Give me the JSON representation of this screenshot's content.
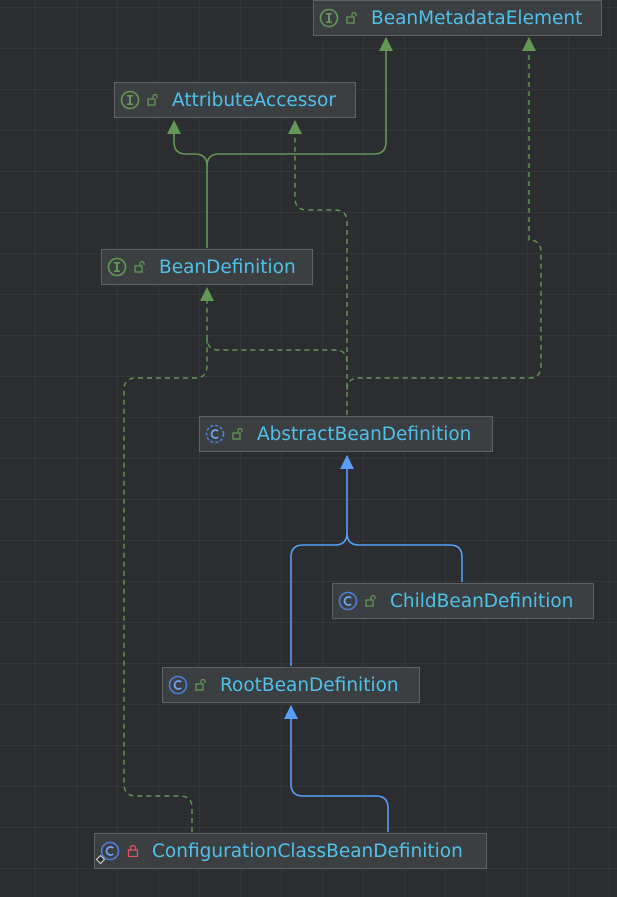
{
  "diagram": {
    "nodes": [
      {
        "id": "BeanMetadataElement",
        "label": "BeanMetadataElement",
        "kind": "interface",
        "kind_icon": "interface-icon",
        "visibility": "public",
        "visibility_icon": "public-lock-icon"
      },
      {
        "id": "AttributeAccessor",
        "label": "AttributeAccessor",
        "kind": "interface",
        "kind_icon": "interface-icon",
        "visibility": "public",
        "visibility_icon": "public-lock-icon"
      },
      {
        "id": "BeanDefinition",
        "label": "BeanDefinition",
        "kind": "interface",
        "kind_icon": "interface-icon",
        "visibility": "public",
        "visibility_icon": "public-lock-icon"
      },
      {
        "id": "AbstractBeanDefinition",
        "label": "AbstractBeanDefinition",
        "kind": "abstract-class",
        "kind_icon": "abstract-class-icon",
        "visibility": "public",
        "visibility_icon": "public-lock-icon"
      },
      {
        "id": "ChildBeanDefinition",
        "label": "ChildBeanDefinition",
        "kind": "class",
        "kind_icon": "class-icon",
        "visibility": "public",
        "visibility_icon": "public-lock-icon"
      },
      {
        "id": "RootBeanDefinition",
        "label": "RootBeanDefinition",
        "kind": "class",
        "kind_icon": "class-icon",
        "visibility": "public",
        "visibility_icon": "public-lock-icon"
      },
      {
        "id": "ConfigurationClassBeanDefinition",
        "label": "ConfigurationClassBeanDefinition",
        "kind": "class",
        "kind_icon": "class-icon",
        "visibility": "private",
        "visibility_icon": "private-lock-icon"
      }
    ],
    "relations": [
      {
        "from": "BeanDefinition",
        "to": "AttributeAccessor",
        "type": "extends"
      },
      {
        "from": "BeanDefinition",
        "to": "BeanMetadataElement",
        "type": "extends"
      },
      {
        "from": "AbstractBeanDefinition",
        "to": "AttributeAccessor",
        "type": "implements"
      },
      {
        "from": "AbstractBeanDefinition",
        "to": "BeanDefinition",
        "type": "implements"
      },
      {
        "from": "AbstractBeanDefinition",
        "to": "BeanMetadataElement",
        "type": "implements"
      },
      {
        "from": "ChildBeanDefinition",
        "to": "AbstractBeanDefinition",
        "type": "extends"
      },
      {
        "from": "RootBeanDefinition",
        "to": "AbstractBeanDefinition",
        "type": "extends"
      },
      {
        "from": "ConfigurationClassBeanDefinition",
        "to": "RootBeanDefinition",
        "type": "extends"
      },
      {
        "from": "ConfigurationClassBeanDefinition",
        "to": "BeanDefinition",
        "type": "implements"
      }
    ],
    "colors": {
      "background": "#2b2d30",
      "node_fill": "#3c3f41",
      "node_border": "#5e6266",
      "label": "#4fc1e9",
      "interface_edge": "#629755",
      "class_edge": "#589df6",
      "interface_badge": "#629755",
      "class_badge": "#4a7fd8",
      "public_lock": "#629755",
      "private_lock": "#e0525f"
    }
  }
}
